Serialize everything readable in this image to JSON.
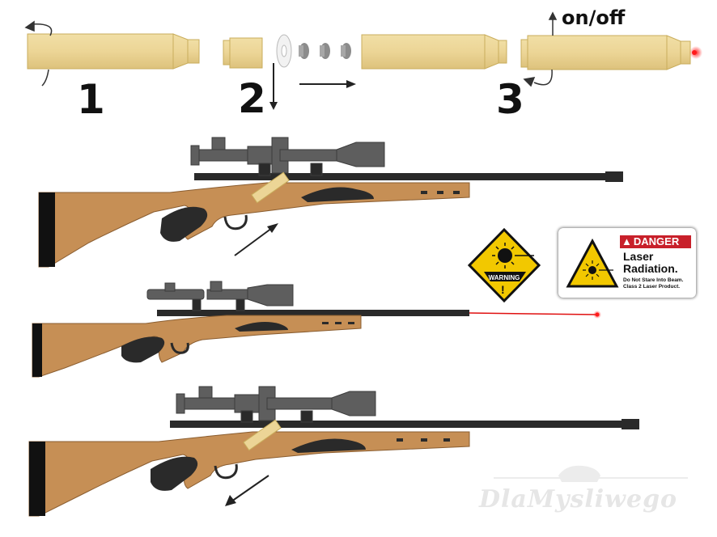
{
  "steps": {
    "one": "1",
    "two": "2",
    "three": "3",
    "switch_label": "on/off"
  },
  "warning_sign": {
    "label": "WARNING",
    "exclamation": "!"
  },
  "danger_sign": {
    "header": "DANGER",
    "title_line1": "Laser",
    "title_line2": "Radiation.",
    "fine_line1": "Do Not Stare Into Beam.",
    "fine_line2": "Class 2 Laser Product."
  },
  "watermark": "DlaMysliwego",
  "colors": {
    "brass": "#ecd596",
    "brass_edge": "#c9ad5c",
    "stock": "#c68f55",
    "metal": "#2a2a2a",
    "scope": "#5e5e5e",
    "laser": "#e01010",
    "warning_yellow": "#f2c800",
    "danger_red": "#c8202a"
  }
}
